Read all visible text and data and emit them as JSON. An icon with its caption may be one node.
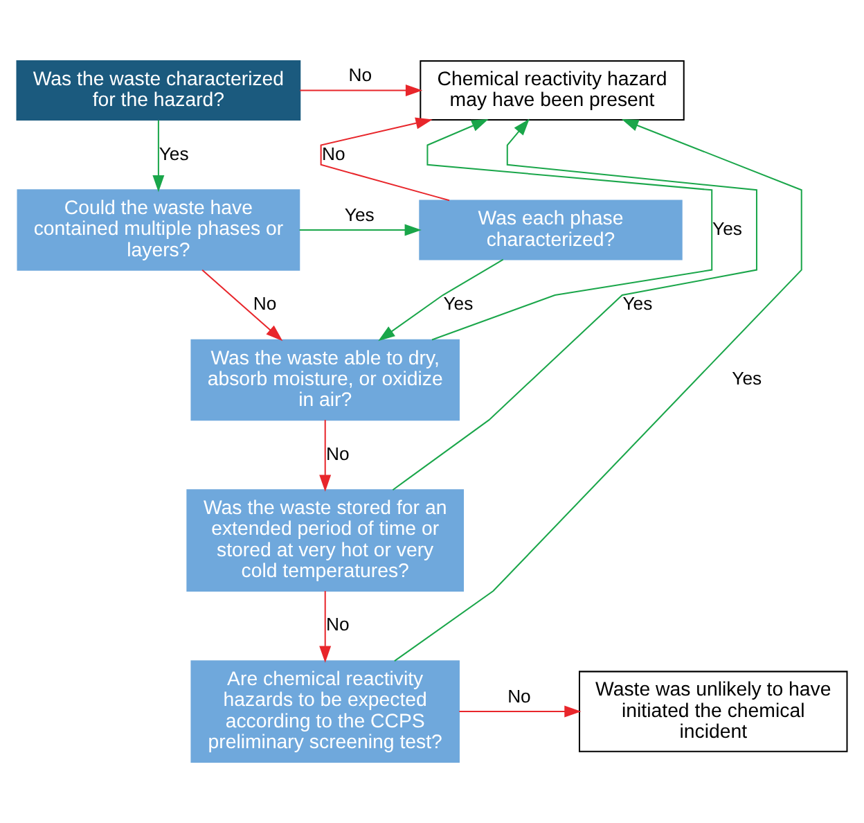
{
  "diagram": {
    "nodes": [
      {
        "text": [
          "Was the waste characterized for the hazard?"
        ]
      },
      {
        "text": [
          "Chemical reactivity hazard may have been present"
        ]
      },
      {
        "text": [
          "Could the waste have contained multiple phases or layers?"
        ]
      },
      {
        "text": [
          "Was each phase characterized?"
        ]
      },
      {
        "text": [
          "Was the waste able to dry, absorb moisture, or oxidize in air?"
        ]
      },
      {
        "text": [
          "Was the waste stored for an extended period of time or stored at very hot or very cold temperatures?"
        ]
      },
      {
        "text": [
          "Are chemical reactivity hazards to be expected according to the CCPS preliminary screening test?"
        ]
      },
      {
        "text": [
          "Waste was unlikely to have initiated the chemical incident"
        ]
      }
    ],
    "edges": [
      {
        "from": 0,
        "to": 1,
        "arrow": "to",
        "label": "No",
        "color": "#e8262b"
      },
      {
        "from": 0,
        "to": 2,
        "arrow": "to",
        "label": "Yes",
        "color": "#1aa64a"
      },
      {
        "from": 2,
        "to": 3,
        "arrow": "to",
        "label": "Yes",
        "color": "#1aa64a"
      },
      {
        "from": 3,
        "to": 1,
        "arrow": "to",
        "label": "No",
        "color": "#e8262b"
      },
      {
        "from": 3,
        "to": 4,
        "arrow": "to",
        "label": "Yes",
        "color": "#1aa64a"
      },
      {
        "from": 2,
        "to": 4,
        "arrow": "to",
        "label": "No",
        "color": "#e8262b"
      },
      {
        "from": 4,
        "to": 1,
        "arrow": "to",
        "label": "Yes",
        "color": "#1aa64a"
      },
      {
        "from": 4,
        "to": 5,
        "arrow": "to",
        "label": "No",
        "color": "#e8262b"
      },
      {
        "from": 5,
        "to": 1,
        "arrow": "to",
        "label": "Yes",
        "color": "#1aa64a"
      },
      {
        "from": 5,
        "to": 6,
        "arrow": "to",
        "label": "No",
        "color": "#e8262b"
      },
      {
        "from": 6,
        "to": 1,
        "arrow": "to",
        "label": "Yes",
        "color": "#1aa64a"
      },
      {
        "from": 6,
        "to": 7,
        "arrow": "to",
        "label": "No",
        "color": "#e8262b"
      }
    ]
  }
}
